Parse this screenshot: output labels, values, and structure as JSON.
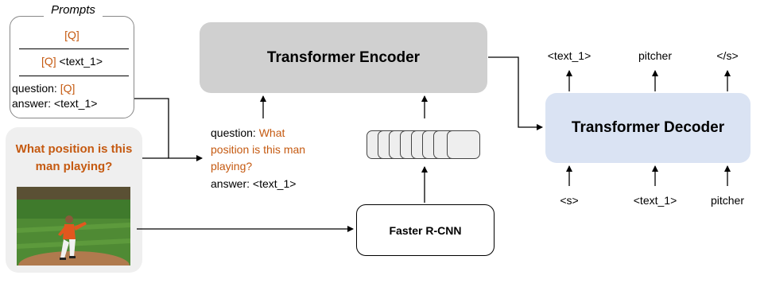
{
  "prompts": {
    "title": "Prompts",
    "item1": {
      "q": "[Q]"
    },
    "item2": {
      "q": "[Q]",
      "rest": " <text_1>"
    },
    "item3": {
      "l1a": "question: ",
      "l1b": "[Q]",
      "l2": "answer: <text_1>"
    }
  },
  "image_panel": {
    "question": "What position is this man playing?"
  },
  "filled_prompt": {
    "l1a": "question: ",
    "l1b": "What",
    "l2": "position is this man",
    "l3": "playing?",
    "l4": "answer: <text_1>"
  },
  "encoder": {
    "label": "Transformer Encoder"
  },
  "decoder": {
    "label": "Transformer Decoder"
  },
  "detector": {
    "label": "Faster R-CNN"
  },
  "decoder_outputs": [
    "<text_1>",
    "pitcher",
    "</s>"
  ],
  "decoder_inputs": [
    "<s>",
    "<text_1>",
    "pitcher"
  ],
  "colors": {
    "orange": "#c55a11",
    "encoder": "#d0d0d0",
    "decoder": "#dae3f3",
    "image_panel": "#efefef"
  },
  "icons": {
    "photo": "baseball-pitcher-photo"
  }
}
